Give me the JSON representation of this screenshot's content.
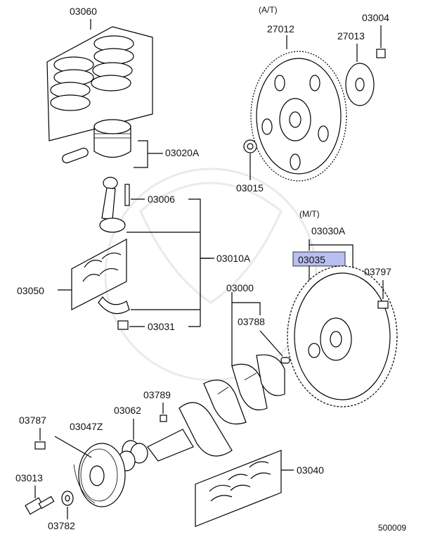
{
  "diagram": {
    "labels": {
      "p03060": "03060",
      "p03020a": "03020A",
      "p03006": "03006",
      "p03010a": "03010A",
      "p03050": "03050",
      "p03031": "03031",
      "p03000": "03000",
      "p03788": "03788",
      "p03789": "03789",
      "p03062": "03062",
      "p03787": "03787",
      "p03047z": "03047Z",
      "p03013": "03013",
      "p03782": "03782",
      "p03040": "03040",
      "at_tag": "(A/T)",
      "p27012": "27012",
      "p03004": "03004",
      "p27013": "27013",
      "p03015": "03015",
      "mt_tag": "(M/T)",
      "p03030a": "03030A",
      "p03035": "03035",
      "p03797": "03797",
      "diagram_id": "500009"
    },
    "highlight_color": "#b9bff0"
  }
}
